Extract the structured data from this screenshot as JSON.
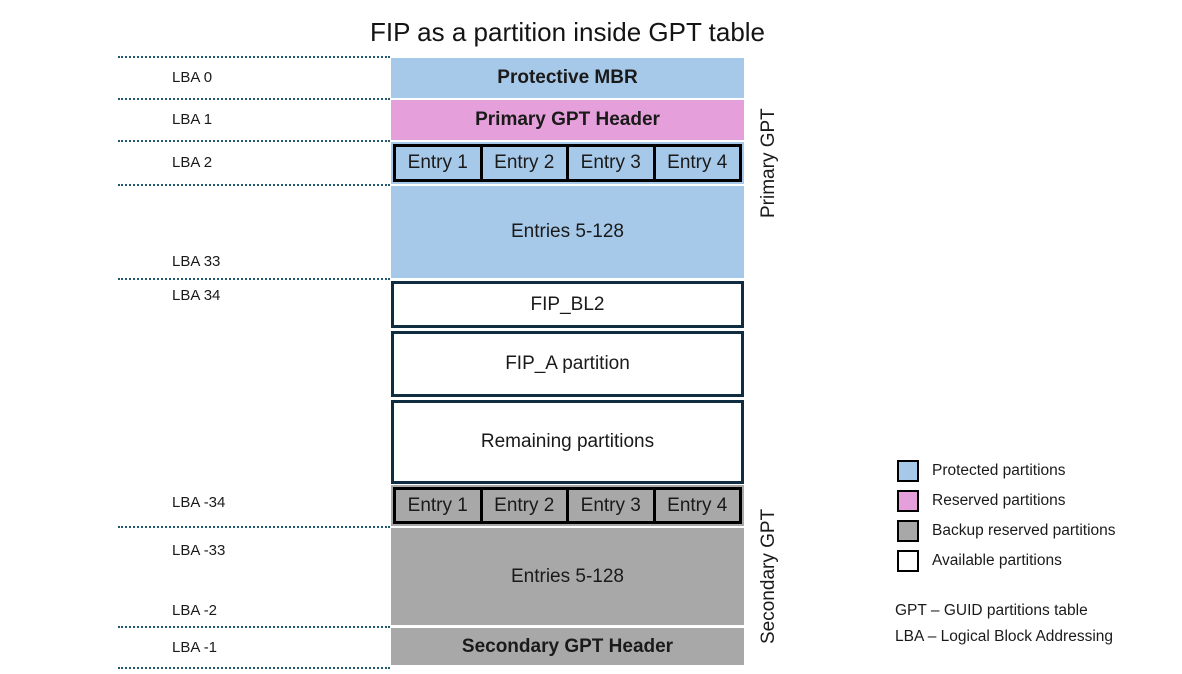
{
  "title": "FIP as a partition inside GPT table",
  "colors": {
    "protected_blue": "#A7C9E9",
    "reserved_pink": "#E5A0DB",
    "backup_gray": "#A8A8A8",
    "available_white": "#FFFFFF",
    "box_border_navy": "#102C40",
    "entry_border_black": "#000000",
    "dotted_line_teal": "#215A6E"
  },
  "lba_labels": [
    "LBA 0",
    "LBA 1",
    "LBA 2",
    "LBA 33",
    "LBA 34",
    "LBA -34",
    "LBA -33",
    "LBA -2",
    "LBA -1"
  ],
  "blocks": {
    "protective_mbr": "Protective MBR",
    "primary_gpt_header": "Primary GPT Header",
    "primary_entries": [
      "Entry 1",
      "Entry 2",
      "Entry 3",
      "Entry 4"
    ],
    "primary_entries_rest": "Entries 5-128",
    "fip_bl2": "FIP_BL2",
    "fip_a_partition": "FIP_A partition",
    "remaining_partitions": "Remaining partitions",
    "secondary_entries": [
      "Entry 1",
      "Entry 2",
      "Entry 3",
      "Entry 4"
    ],
    "secondary_entries_rest": "Entries 5-128",
    "secondary_gpt_header": "Secondary GPT Header"
  },
  "side_labels": {
    "primary": "Primary GPT",
    "secondary": "Secondary GPT"
  },
  "legend": {
    "items": [
      {
        "label": "Protected partitions",
        "color": "#A7C9E9",
        "swatch_style": "background:#A7C9E9"
      },
      {
        "label": "Reserved partitions",
        "color": "#E5A0DB",
        "swatch_style": "background:#E5A0DB"
      },
      {
        "label": "Backup reserved partitions",
        "color": "#A8A8A8",
        "swatch_style": "background:#A8A8A8"
      },
      {
        "label": "Available partitions",
        "color": "#FFFFFF",
        "swatch_style": "background:#FFFFFF"
      }
    ]
  },
  "abbreviations": [
    "GPT – GUID partitions table",
    "LBA – Logical Block Addressing"
  ]
}
